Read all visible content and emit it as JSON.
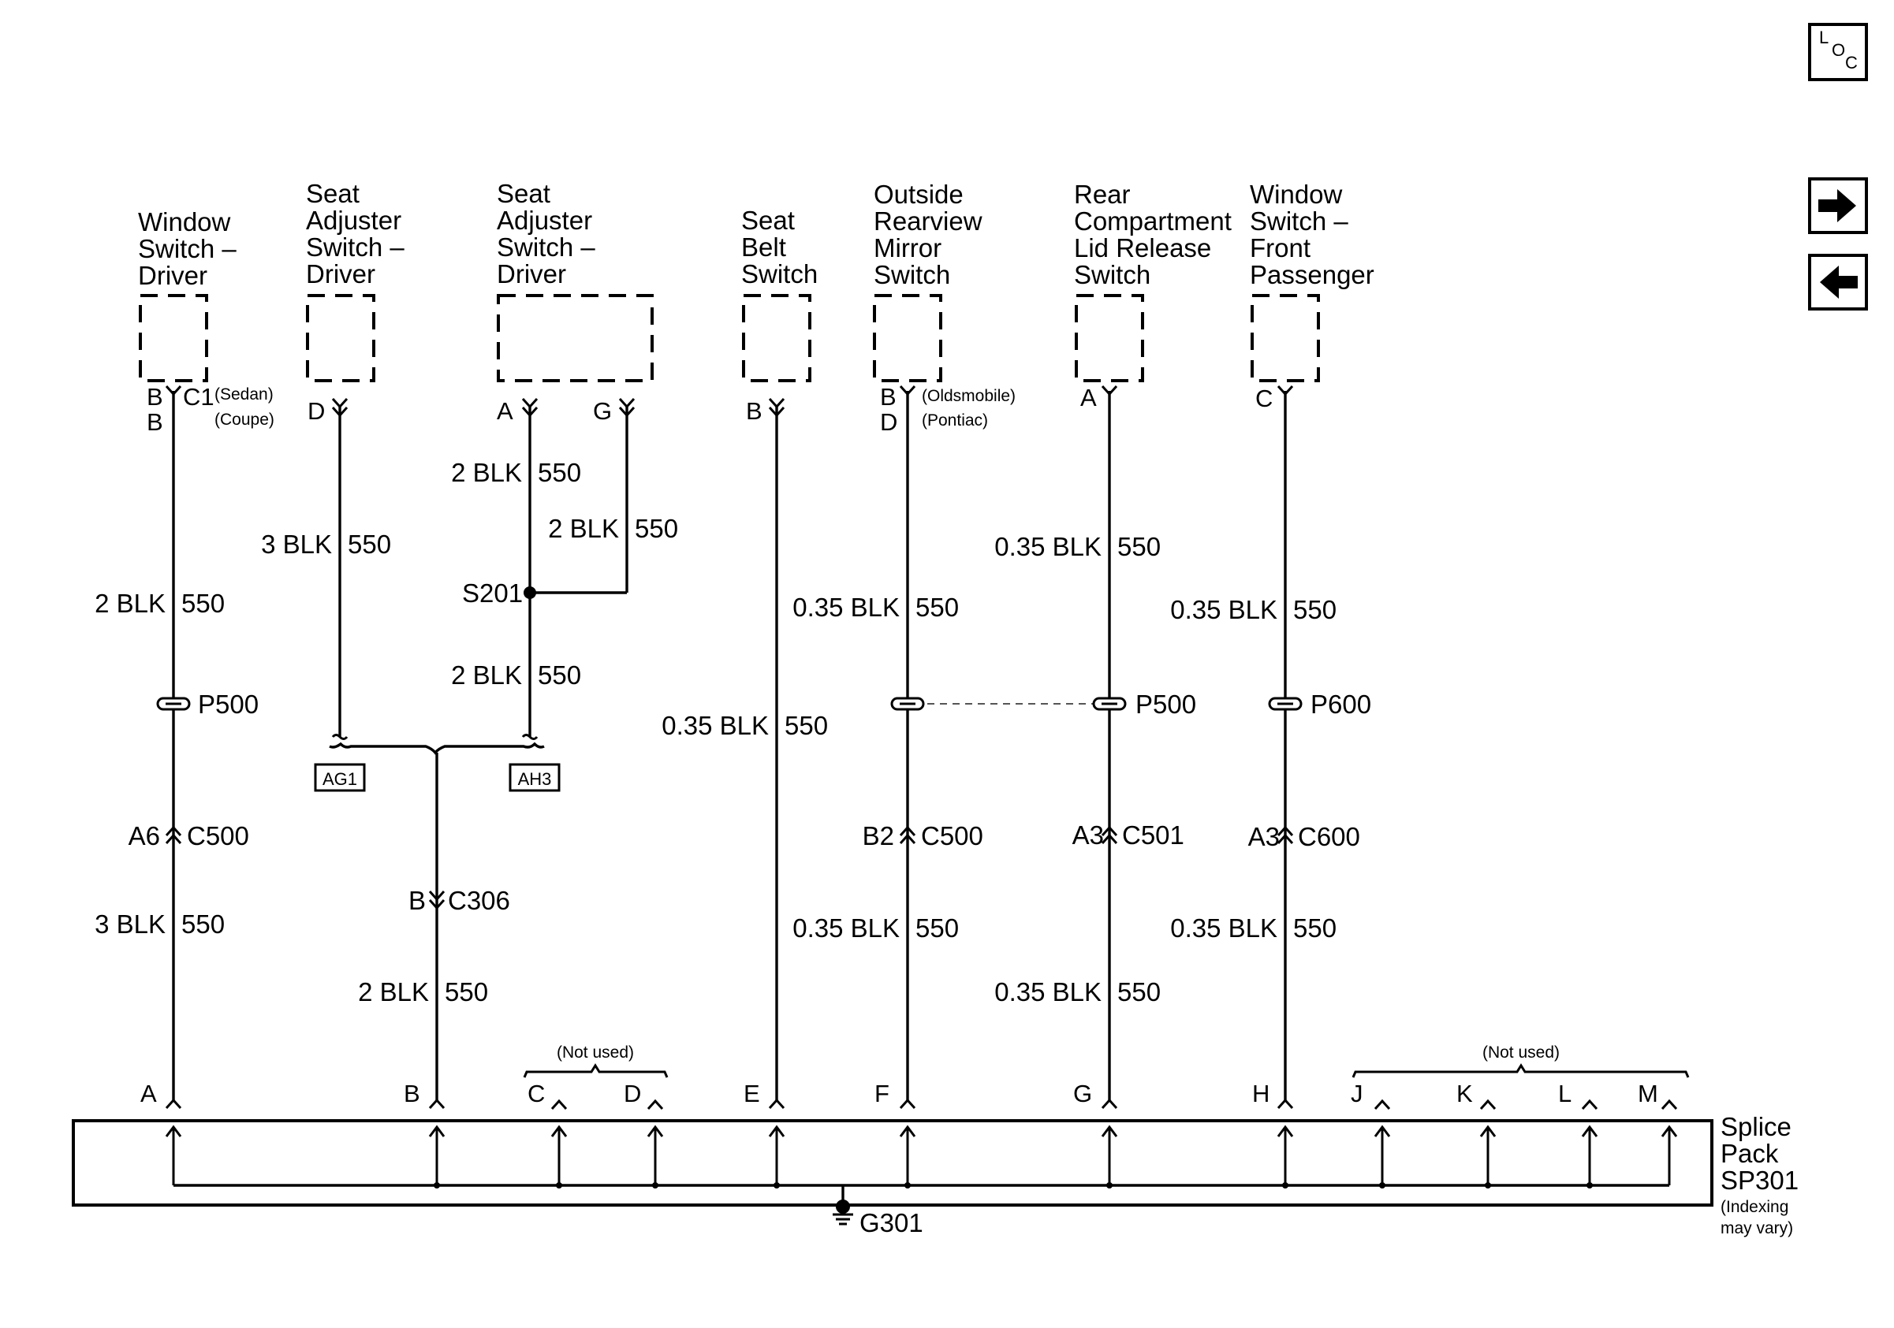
{
  "components": [
    {
      "id": "window-switch-driver",
      "lines": [
        "Window",
        "Switch –",
        "Driver"
      ]
    },
    {
      "id": "seat-adjuster-switch-driver-1",
      "lines": [
        "Seat",
        "Adjuster",
        "Switch –",
        "Driver"
      ]
    },
    {
      "id": "seat-adjuster-switch-driver-2",
      "lines": [
        "Seat",
        "Adjuster",
        "Switch –",
        "Driver"
      ]
    },
    {
      "id": "seat-belt-switch",
      "lines": [
        "Seat",
        "Belt",
        "Switch"
      ]
    },
    {
      "id": "outside-rearview-mirror-switch",
      "lines": [
        "Outside",
        "Rearview",
        "Mirror",
        "Switch"
      ]
    },
    {
      "id": "rear-compartment-lid-release-switch",
      "lines": [
        "Rear",
        "Compartment",
        "Lid Release",
        "Switch"
      ]
    },
    {
      "id": "window-switch-front-passenger",
      "lines": [
        "Window",
        "Switch –",
        "Front",
        "Passenger"
      ]
    }
  ],
  "component_pins": [
    {
      "id": "ws-b",
      "text": "B"
    },
    {
      "id": "ws-c1",
      "text": "C1"
    },
    {
      "id": "ws-b2",
      "text": "B"
    },
    {
      "id": "ws-sedan",
      "text": "(Sedan)"
    },
    {
      "id": "ws-coupe",
      "text": "(Coupe)"
    },
    {
      "id": "sa1-d",
      "text": "D"
    },
    {
      "id": "sa2-a",
      "text": "A"
    },
    {
      "id": "sa2-g",
      "text": "G"
    },
    {
      "id": "sb-b",
      "text": "B"
    },
    {
      "id": "mir-b",
      "text": "B"
    },
    {
      "id": "mir-d",
      "text": "D"
    },
    {
      "id": "mir-olds",
      "text": "(Oldsmobile)"
    },
    {
      "id": "mir-pontiac",
      "text": "(Pontiac)"
    },
    {
      "id": "rc-a",
      "text": "A"
    },
    {
      "id": "wp-c",
      "text": "C"
    }
  ],
  "wires": [
    {
      "id": "w1a",
      "gauge": "2 BLK",
      "circuit": "550"
    },
    {
      "id": "w1b",
      "gauge": "3 BLK",
      "circuit": "550"
    },
    {
      "id": "w2",
      "gauge": "3 BLK",
      "circuit": "550"
    },
    {
      "id": "w3a",
      "gauge": "2 BLK",
      "circuit": "550"
    },
    {
      "id": "w3b",
      "gauge": "2 BLK",
      "circuit": "550"
    },
    {
      "id": "w3c",
      "gauge": "2 BLK",
      "circuit": "550"
    },
    {
      "id": "w4",
      "gauge": "2 BLK",
      "circuit": "550"
    },
    {
      "id": "w5",
      "gauge": "0.35 BLK",
      "circuit": "550"
    },
    {
      "id": "w6a",
      "gauge": "0.35 BLK",
      "circuit": "550"
    },
    {
      "id": "w6b",
      "gauge": "0.35 BLK",
      "circuit": "550"
    },
    {
      "id": "w7a",
      "gauge": "0.35 BLK",
      "circuit": "550"
    },
    {
      "id": "w7b",
      "gauge": "0.35 BLK",
      "circuit": "550"
    },
    {
      "id": "w8a",
      "gauge": "0.35 BLK",
      "circuit": "550"
    },
    {
      "id": "w8b",
      "gauge": "0.35 BLK",
      "circuit": "550"
    }
  ],
  "splice": {
    "label": "S201"
  },
  "inline_connectors": [
    {
      "id": "p500-1",
      "label": "P500"
    },
    {
      "id": "p500-2",
      "label": "P500"
    },
    {
      "id": "p600",
      "label": "P600"
    }
  ],
  "connectors": [
    {
      "id": "c500-1",
      "pin": "A6",
      "name": "C500"
    },
    {
      "id": "c306",
      "pin": "B",
      "name": "C306"
    },
    {
      "id": "c500-2",
      "pin": "B2",
      "name": "C500"
    },
    {
      "id": "c501",
      "pin": "A3",
      "name": "C501"
    },
    {
      "id": "c600",
      "pin": "A3",
      "name": "C600"
    }
  ],
  "option_tags": [
    {
      "id": "ag1",
      "text": "AG1"
    },
    {
      "id": "ah3",
      "text": "AH3"
    }
  ],
  "splice_pack": {
    "lines": [
      "Splice",
      "Pack",
      "SP301"
    ],
    "note": [
      "(Indexing",
      "may vary)"
    ],
    "pins": [
      "A",
      "B",
      "C",
      "D",
      "E",
      "F",
      "G",
      "H",
      "J",
      "K",
      "L",
      "M"
    ],
    "not_used": [
      "(Not used)",
      "(Not used)"
    ]
  },
  "ground": {
    "label": "G301"
  },
  "nav": {
    "loc_icon": "loc-icon",
    "forward_icon": "arrow-right-icon",
    "back_icon": "arrow-left-icon"
  }
}
